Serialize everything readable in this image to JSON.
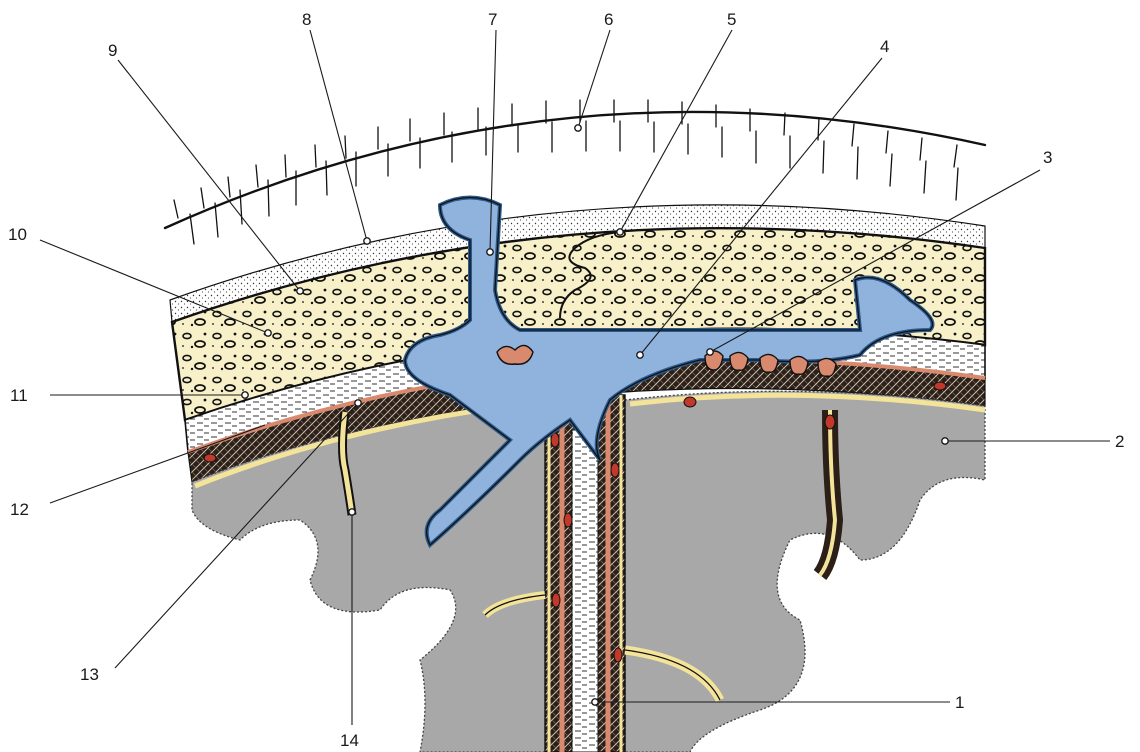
{
  "diagram": {
    "callouts": [
      {
        "id": "1",
        "label": "1"
      },
      {
        "id": "2",
        "label": "2"
      },
      {
        "id": "3",
        "label": "3"
      },
      {
        "id": "4",
        "label": "4"
      },
      {
        "id": "5",
        "label": "5"
      },
      {
        "id": "6",
        "label": "6"
      },
      {
        "id": "7",
        "label": "7"
      },
      {
        "id": "8",
        "label": "8"
      },
      {
        "id": "9",
        "label": "9"
      },
      {
        "id": "10",
        "label": "10"
      },
      {
        "id": "11",
        "label": "11"
      },
      {
        "id": "12",
        "label": "12"
      },
      {
        "id": "13",
        "label": "13"
      },
      {
        "id": "14",
        "label": "14"
      }
    ],
    "colors": {
      "scalp": "#ffffff",
      "bone": "#f7f0c8",
      "sinus": "#8fb3dd",
      "sinus_outline": "#2c5a8c",
      "brain": "#a8a8a8",
      "pia": "#f3e49a",
      "arachnoid_space": "#3a2a22",
      "vessel": "#c0392b",
      "falx": "#d98a6e"
    }
  }
}
